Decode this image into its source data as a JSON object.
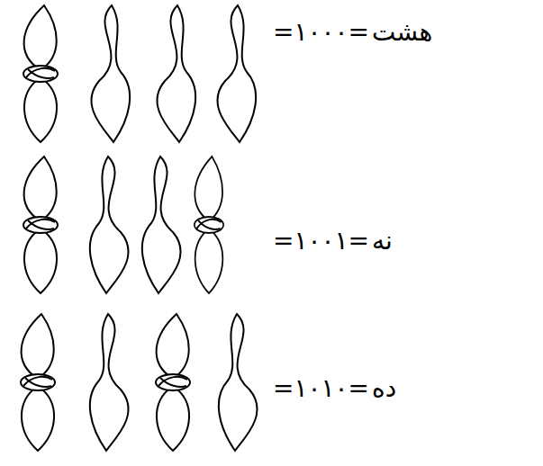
{
  "diagram": {
    "labels": [
      "هشت",
      "=۱۰۰۰=",
      "نه",
      "=۱۰۰۱=",
      "ده",
      "=۱۰۱۰="
    ]
  }
}
